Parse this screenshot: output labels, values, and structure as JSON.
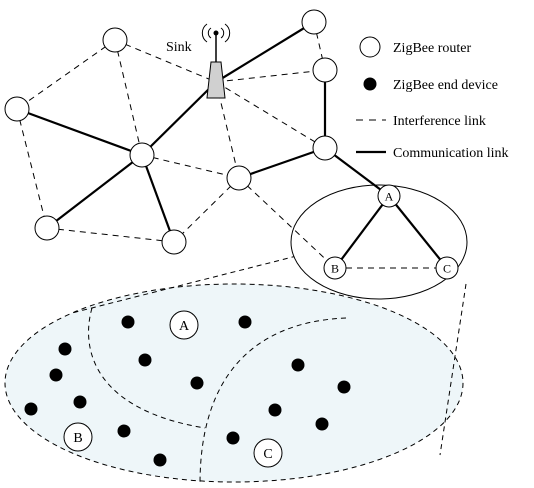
{
  "labels": {
    "sink": "Sink",
    "node_a_small": "A",
    "node_b_small": "B",
    "node_c_small": "C",
    "node_a_large": "A",
    "node_b_large": "B",
    "node_c_large": "C"
  },
  "legend": {
    "router": "ZigBee router",
    "end_device": "ZigBee end device",
    "interference": "Interference link",
    "communication": "Communication link"
  },
  "colors": {
    "stroke": "#000000",
    "node_fill": "#ffffff",
    "area_fill": "#eef6f9",
    "end_device": "#000000"
  }
}
